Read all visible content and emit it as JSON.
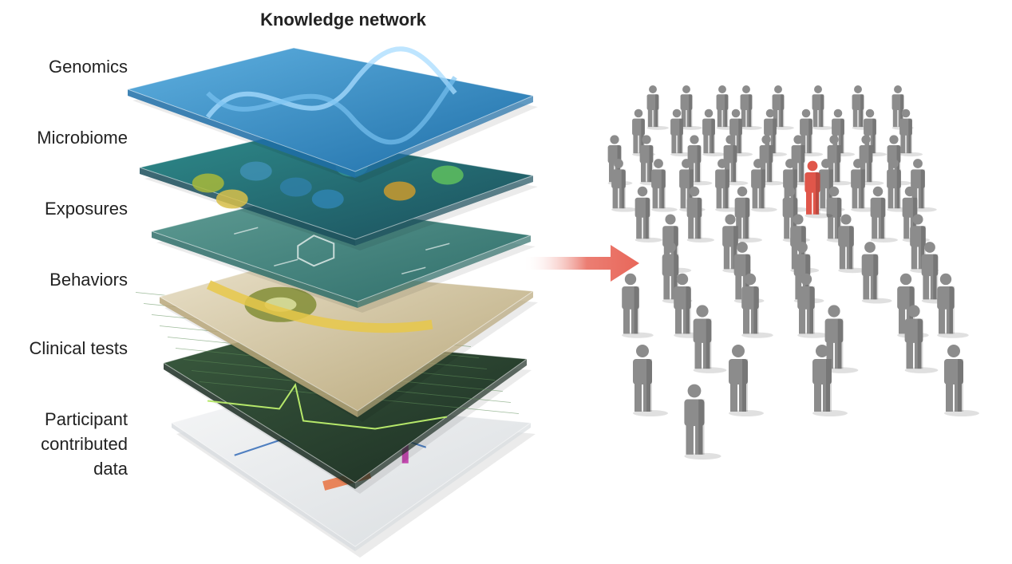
{
  "title": "Knowledge network",
  "layers": [
    {
      "label_lines": [
        "Genomics"
      ],
      "kind": "dna",
      "colors": [
        "#1f6fa8",
        "#5fb0e0"
      ]
    },
    {
      "label_lines": [
        "Microbiome"
      ],
      "kind": "microbes",
      "colors": [
        "#1b4f5c",
        "#2e8a8a"
      ]
    },
    {
      "label_lines": [
        "Exposures"
      ],
      "kind": "chemistry",
      "colors": [
        "#2f6e6a",
        "#5e9b93"
      ]
    },
    {
      "label_lines": [
        "Behaviors"
      ],
      "kind": "food-photo",
      "colors": [
        "#b8a77a",
        "#e8dfc7"
      ]
    },
    {
      "label_lines": [
        "Clinical tests"
      ],
      "kind": "ecg-grid",
      "colors": [
        "#1c2e23",
        "#3a5a3e"
      ]
    },
    {
      "label_lines": [
        "Participant",
        "contributed",
        "data"
      ],
      "kind": "charts-paper",
      "colors": [
        "#d9dde0",
        "#f4f5f6"
      ]
    }
  ],
  "arrow_color": "#e8675a",
  "crowd": {
    "person_color": "#8c8c8c",
    "highlight_color": "#e0564a"
  }
}
